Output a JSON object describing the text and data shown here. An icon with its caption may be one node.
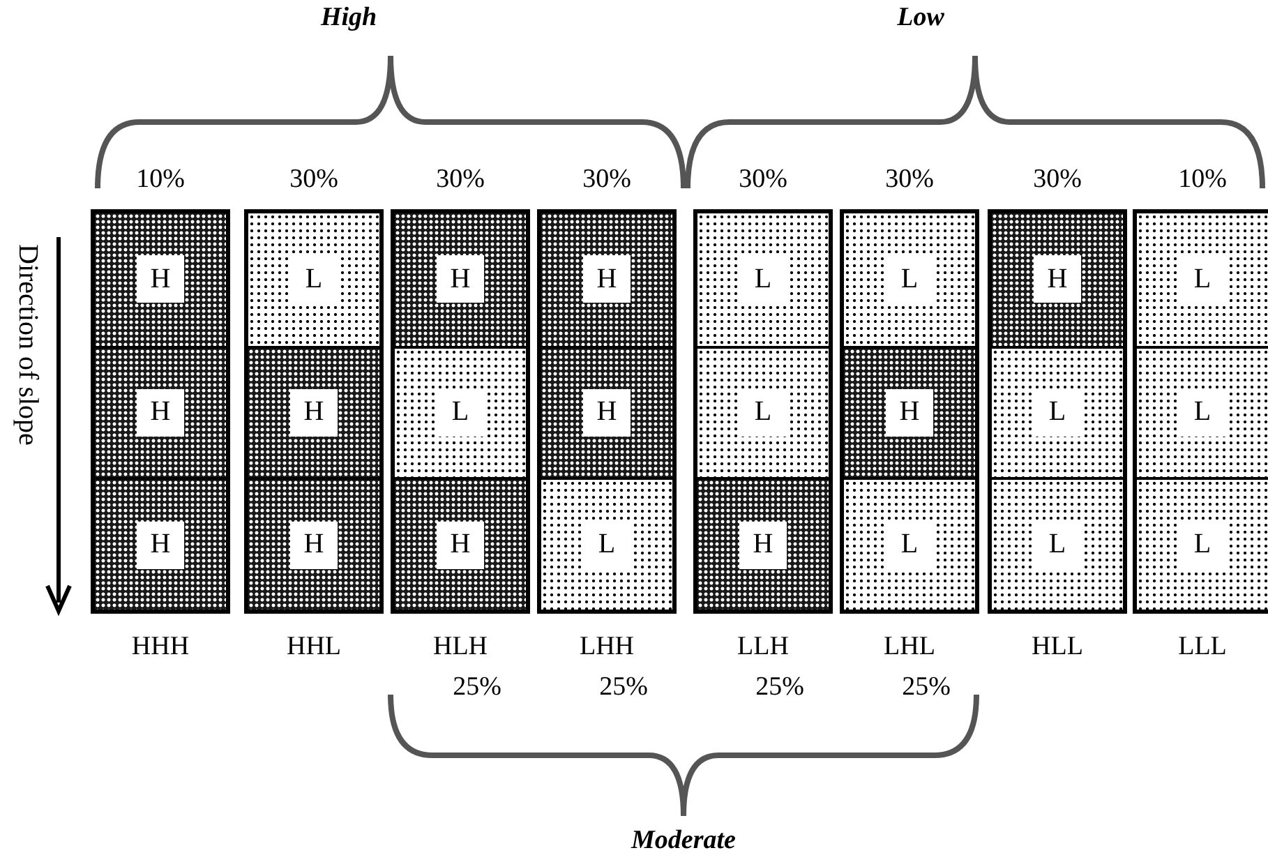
{
  "diagram": {
    "nodes": [
      {
        "text": [],
        "shape": "box",
        "beside": [
          "10%",
          "HHH"
        ]
      },
      {
        "text": [
          "H"
        ],
        "in": 0
      },
      {
        "text": [
          "H"
        ],
        "in": 0
      },
      {
        "text": [
          "H"
        ],
        "in": 0
      },
      {
        "text": [],
        "shape": "box",
        "beside": [
          "30%",
          "HHL"
        ]
      },
      {
        "text": [
          "L"
        ],
        "in": 4
      },
      {
        "text": [
          "H"
        ],
        "in": 4
      },
      {
        "text": [
          "H"
        ],
        "in": 4
      },
      {
        "text": [],
        "shape": "box",
        "beside": [
          "30%",
          "HLH",
          "25%"
        ]
      },
      {
        "text": [
          "H"
        ],
        "in": 8
      },
      {
        "text": [
          "L"
        ],
        "in": 8
      },
      {
        "text": [
          "H"
        ],
        "in": 8
      },
      {
        "text": [],
        "shape": "box",
        "beside": [
          "30%",
          "LHH",
          "25%"
        ]
      },
      {
        "text": [
          "H"
        ],
        "in": 12
      },
      {
        "text": [
          "H"
        ],
        "in": 12
      },
      {
        "text": [
          "L"
        ],
        "in": 12
      },
      {
        "text": [],
        "shape": "box",
        "beside": [
          "30%",
          "LLH",
          "25%"
        ]
      },
      {
        "text": [
          "L"
        ],
        "in": 16
      },
      {
        "text": [
          "L"
        ],
        "in": 16
      },
      {
        "text": [
          "H"
        ],
        "in": 16
      },
      {
        "text": [],
        "shape": "box",
        "beside": [
          "30%",
          "LHL",
          "25%"
        ]
      },
      {
        "text": [
          "L"
        ],
        "in": 20
      },
      {
        "text": [
          "H"
        ],
        "in": 20
      },
      {
        "text": [
          "L"
        ],
        "in": 20
      },
      {
        "text": [],
        "shape": "box",
        "beside": [
          "30%",
          "HLL"
        ]
      },
      {
        "text": [
          "H"
        ],
        "in": 24
      },
      {
        "text": [
          "L"
        ],
        "in": 24
      },
      {
        "text": [
          "L"
        ],
        "in": 24
      },
      {
        "text": [],
        "shape": "box",
        "beside": [
          "10%",
          "LLL"
        ]
      },
      {
        "text": [
          "L"
        ],
        "in": 28
      },
      {
        "text": [
          "L"
        ],
        "in": 28
      },
      {
        "text": [
          "L"
        ],
        "in": 28
      }
    ],
    "labels": [
      "High",
      "Low",
      "Direction of slope",
      "Moderate"
    ]
  }
}
